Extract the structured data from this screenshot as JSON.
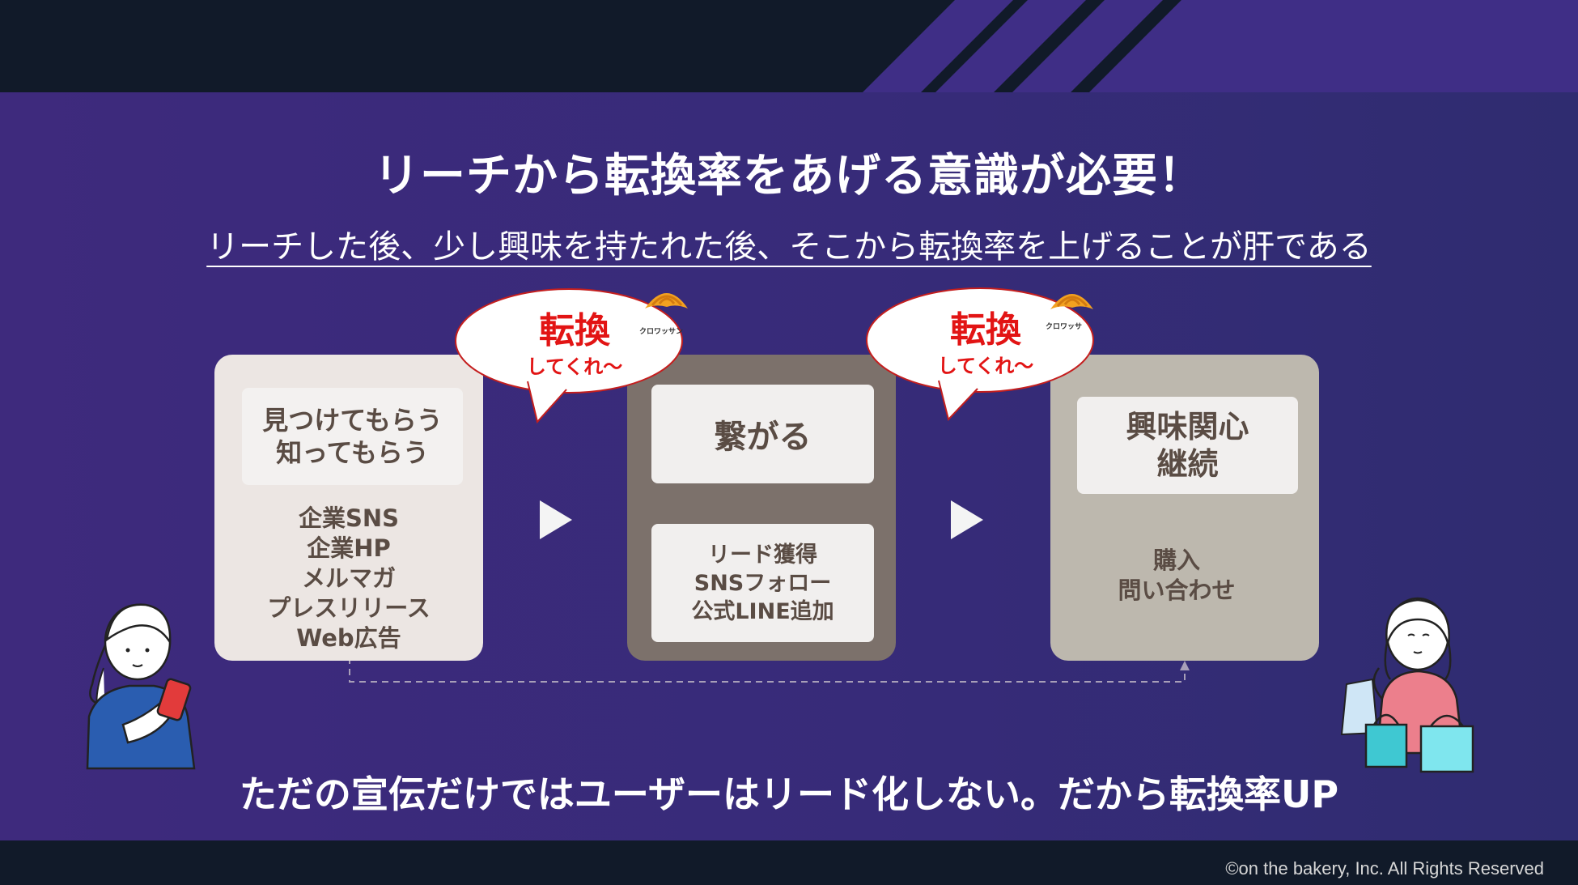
{
  "title": "リーチから転換率をあげる意識が必要！",
  "subtitle": "リーチした後、少し興味を持たれた後、そこから転換率を上げることが肝である",
  "stages": [
    {
      "heading": [
        "見つけてもらう",
        "知ってもらう"
      ],
      "items": [
        "企業SNS",
        "企業HP",
        "メルマガ",
        "プレスリリース",
        "Web広告"
      ]
    },
    {
      "heading": [
        "繋がる"
      ],
      "items": [
        "リード獲得",
        "SNSフォロー",
        "公式LINE追加"
      ]
    },
    {
      "heading": [
        "興味関心",
        "継続"
      ],
      "items": [
        "購入",
        "問い合わせ"
      ]
    }
  ],
  "bubbles": [
    {
      "main": "転換",
      "sub": "してくれ〜",
      "mascot": "クロワッサン"
    },
    {
      "main": "転換",
      "sub": "してくれ〜",
      "mascot": "クロワッサ"
    }
  ],
  "bottom_text": "ただの宣伝だけではユーザーはリード化しない。だから転換率UP",
  "copyright": "©on the bakery, Inc. All Rights Reserved",
  "colors": {
    "accent_red": "#e21414",
    "panel1": "#ece6e3",
    "panel2": "#7c716b",
    "panel3": "#bdb8ae",
    "background": "#3a2b7a"
  }
}
